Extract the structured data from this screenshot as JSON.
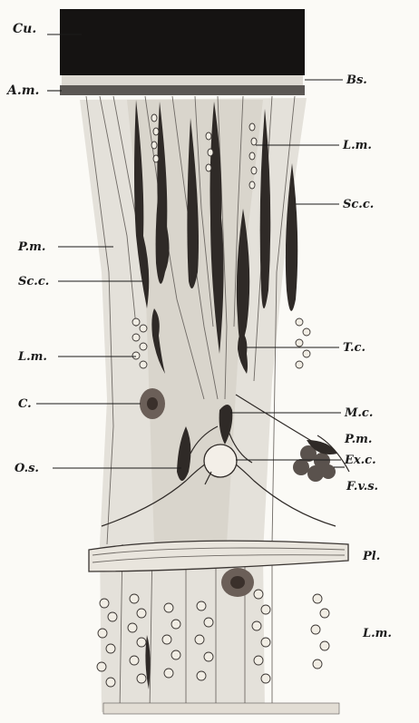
{
  "labels": {
    "cu": "Cu.",
    "am": "A.m.",
    "bs": "Bs.",
    "lm_top": "L.m.",
    "scc_right": "Sc.c.",
    "pm_left": "P.m.",
    "scc_left": "Sc.c.",
    "lm_left": "L.m.",
    "tc": "T.c.",
    "c": "C.",
    "mc": "M.c.",
    "pm_right": "P.m.",
    "os": "O.s.",
    "exc": "Ex.c.",
    "fvs": "F.v.s.",
    "pl": "Pl.",
    "lm_bottom": "L.m."
  },
  "colors": {
    "ink": "#1b1b1b",
    "paper": "#fbfaf6",
    "cuticle": "#151312",
    "membrane": "#5b5754",
    "tissue": "#dcd8d0"
  }
}
